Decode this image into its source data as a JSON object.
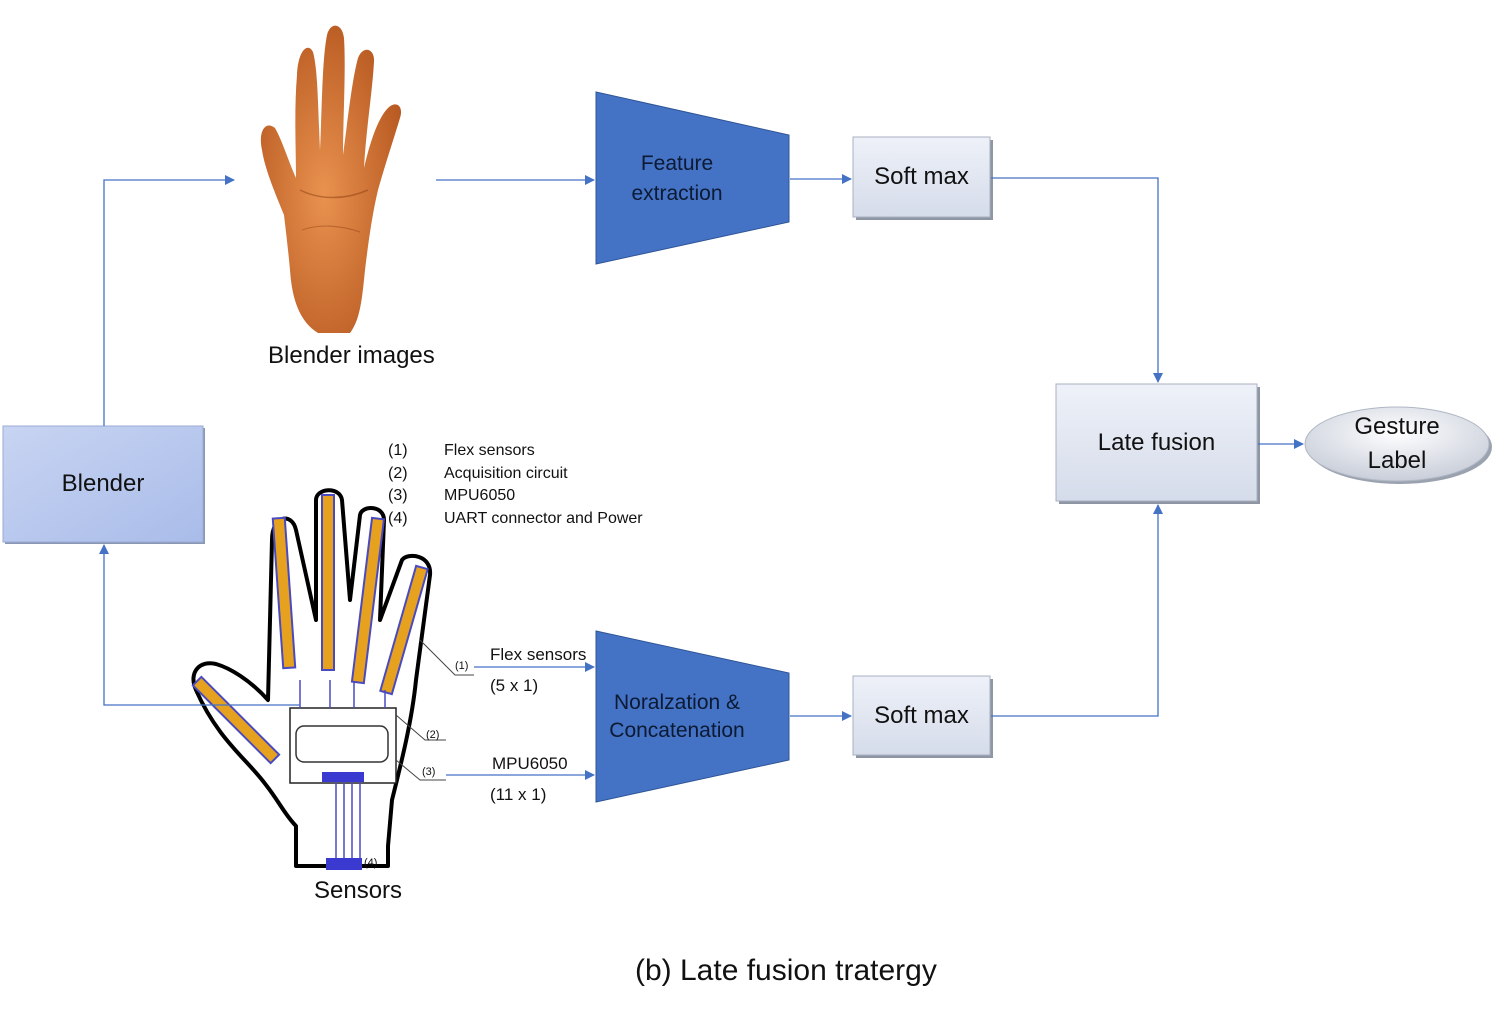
{
  "nodes": {
    "blender": "Blender",
    "blender_images": "Blender images",
    "feature_extraction": [
      "Feature",
      "extraction"
    ],
    "softmax_top": "Soft max",
    "softmax_bottom": "Soft max",
    "late_fusion": "Late fusion",
    "gesture_label": [
      "Gesture",
      "Label"
    ],
    "normalization": [
      "Noralzation &",
      "Concatenation"
    ],
    "sensors": "Sensors"
  },
  "legend": [
    {
      "num": "(1)",
      "text": "Flex sensors"
    },
    {
      "num": "(2)",
      "text": "Acquisition circuit"
    },
    {
      "num": "(3)",
      "text": "MPU6050"
    },
    {
      "num": "(4)",
      "text": "UART connector and Power"
    }
  ],
  "edges": {
    "flex_label": "Flex sensors",
    "flex_dim": "(5 x 1)",
    "mpu_label": "MPU6050",
    "mpu_dim": "(11 x 1)"
  },
  "glove_callouts": [
    "(1)",
    "(2)",
    "(3)",
    "(4)"
  ],
  "caption": "(b) Late fusion tratergy",
  "colors": {
    "trapezoid": "#4472c4",
    "arrow": "#4472c4",
    "box_fill": "#dde4f1",
    "blender_fill": "#b9c9ee",
    "sensor_orange": "#e6a21f",
    "hand_skin": "#d9793b"
  }
}
